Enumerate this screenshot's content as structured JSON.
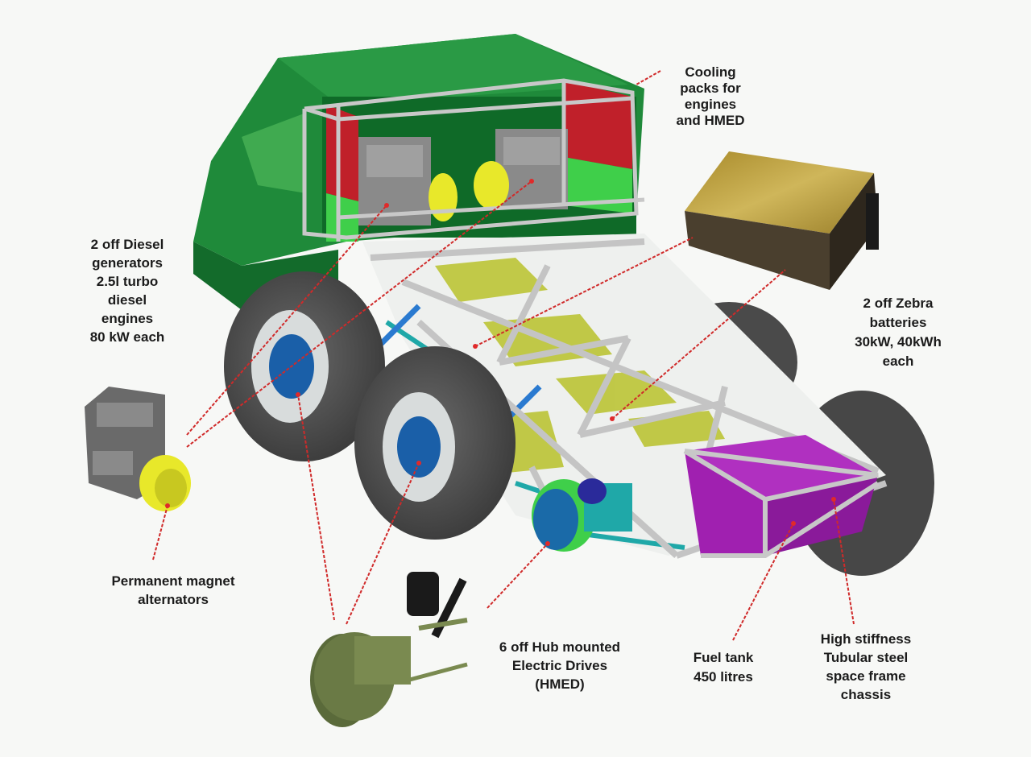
{
  "diagram": {
    "subject": "Hybrid electric six-wheel vehicle layout",
    "colors": {
      "background": "#f7f8f6",
      "body_green": "#1f8a3a",
      "body_green_dark": "#0f6a28",
      "cooling_red": "#c0202a",
      "cooling_light_green": "#3fcf4a",
      "engine_grey": "#8a8a8a",
      "alternator_yellow": "#e8e82a",
      "frame_grey": "#c8c8c8",
      "tyre": "#4a4a4a",
      "hub_blue": "#1a5fa8",
      "battery_gold": "#b89a3a",
      "battery_dark": "#4a3f2e",
      "fuel_tank_magenta": "#a020b0",
      "suspension_cyan": "#1fa8a8",
      "leader_line": "#d02a2a",
      "text": "#1b1b1b"
    },
    "labels": {
      "cooling": [
        "Cooling",
        "packs for",
        "engines",
        "and HMED"
      ],
      "diesel": [
        "2 off Diesel",
        "generators",
        "2.5l turbo",
        "diesel",
        "engines",
        "80 kW each"
      ],
      "zebra": [
        "2 off Zebra",
        "batteries",
        "30kW, 40kWh",
        "each"
      ],
      "alternators": [
        "Permanent magnet",
        "alternators"
      ],
      "hmed": [
        "6 off Hub mounted",
        "Electric Drives",
        "(HMED)"
      ],
      "fuel": [
        "Fuel tank",
        "450 litres"
      ],
      "chassis": [
        "High stiffness",
        "Tubular steel",
        "space frame",
        "chassis"
      ]
    }
  }
}
